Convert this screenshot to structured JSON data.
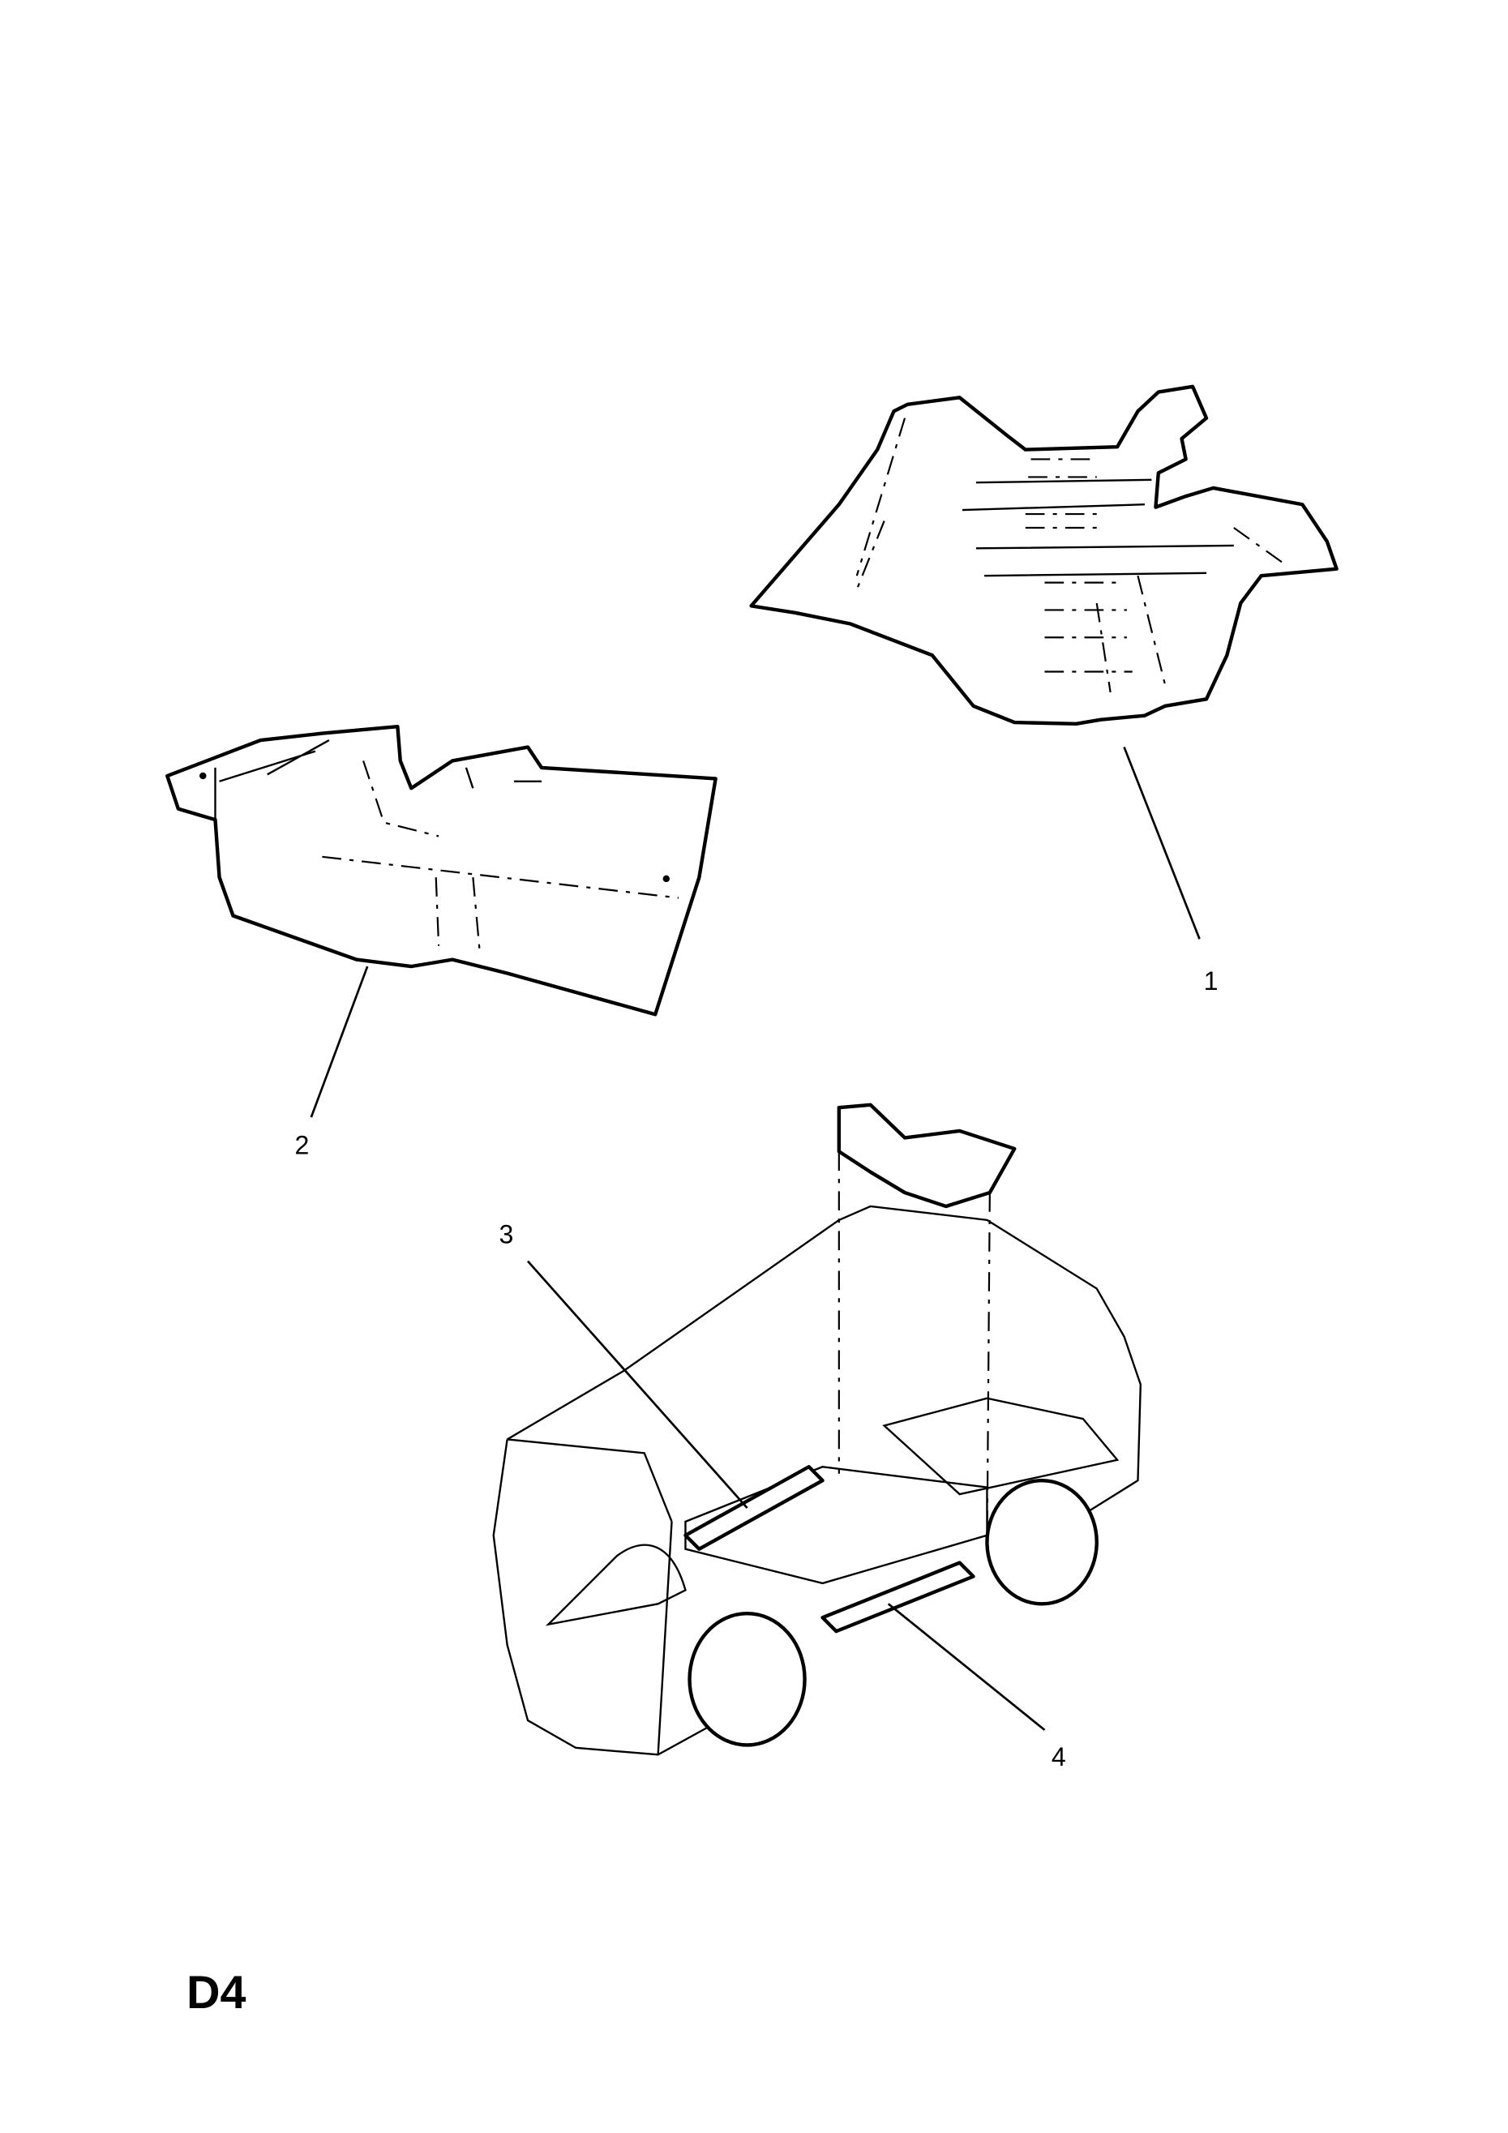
{
  "callouts": [
    "1",
    "2",
    "3",
    "4"
  ],
  "page_code": "D4"
}
